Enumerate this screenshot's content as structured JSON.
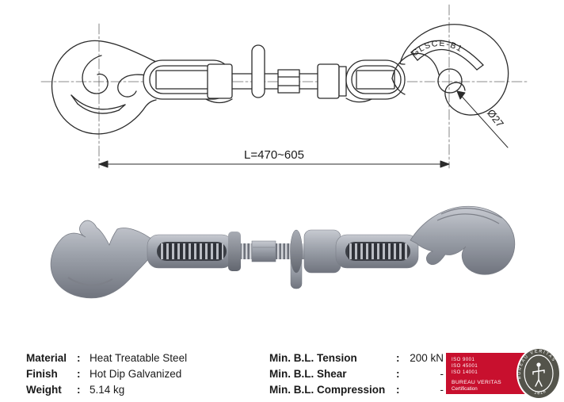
{
  "drawing": {
    "length_dimension": "L=470~605",
    "throat_diameter": "Ø27",
    "hook_marking": "GLSCE-B1"
  },
  "specifications": {
    "left": [
      {
        "label": "Material",
        "separator": ":",
        "value": "Heat Treatable Steel"
      },
      {
        "label": "Finish",
        "separator": ":",
        "value": "Hot Dip Galvanized"
      },
      {
        "label": "Weight",
        "separator": ":",
        "value": "5.14 kg"
      }
    ],
    "right": [
      {
        "label": "Min. B.L. Tension",
        "separator": ":",
        "value": "200 kN"
      },
      {
        "label": "Min. B.L. Shear",
        "separator": ":",
        "value": "-"
      },
      {
        "label": "Min. B.L. Compression",
        "separator": ":",
        "value": "-"
      }
    ]
  },
  "certification": {
    "iso_standards": [
      "ISO 9001",
      "ISO 45001",
      "ISO 14001"
    ],
    "organization": "BUREAU VERITAS",
    "label": "Certification",
    "seal_text": "BUREAU VERITAS",
    "seal_year": "1828",
    "badge_color": "#C8102E",
    "seal_color": "#54544B"
  },
  "render": {
    "metal_color": "#9CA1AA"
  }
}
